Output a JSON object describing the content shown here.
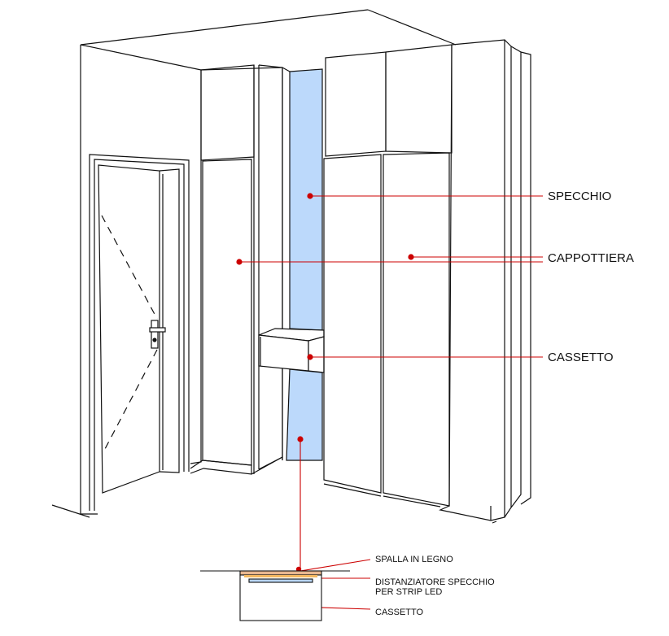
{
  "labels": {
    "specchio": "SPECCHIO",
    "cappottiera": "CAPPOTTIERA",
    "cassetto": "CASSETTO"
  },
  "detail_labels": {
    "spalla": "SPALLA IN LEGNO",
    "distanziatore_line1": "DISTANZIATORE SPECCHIO",
    "distanziatore_line2": "PER STRIP LED",
    "cassetto": "CASSETTO"
  },
  "colors": {
    "mirror": "#bcd9fb",
    "leader": "#cc0000",
    "line": "#111111",
    "spalla": "#e8b890",
    "led": "#f3b860",
    "spacer": "#b9d6f6"
  }
}
